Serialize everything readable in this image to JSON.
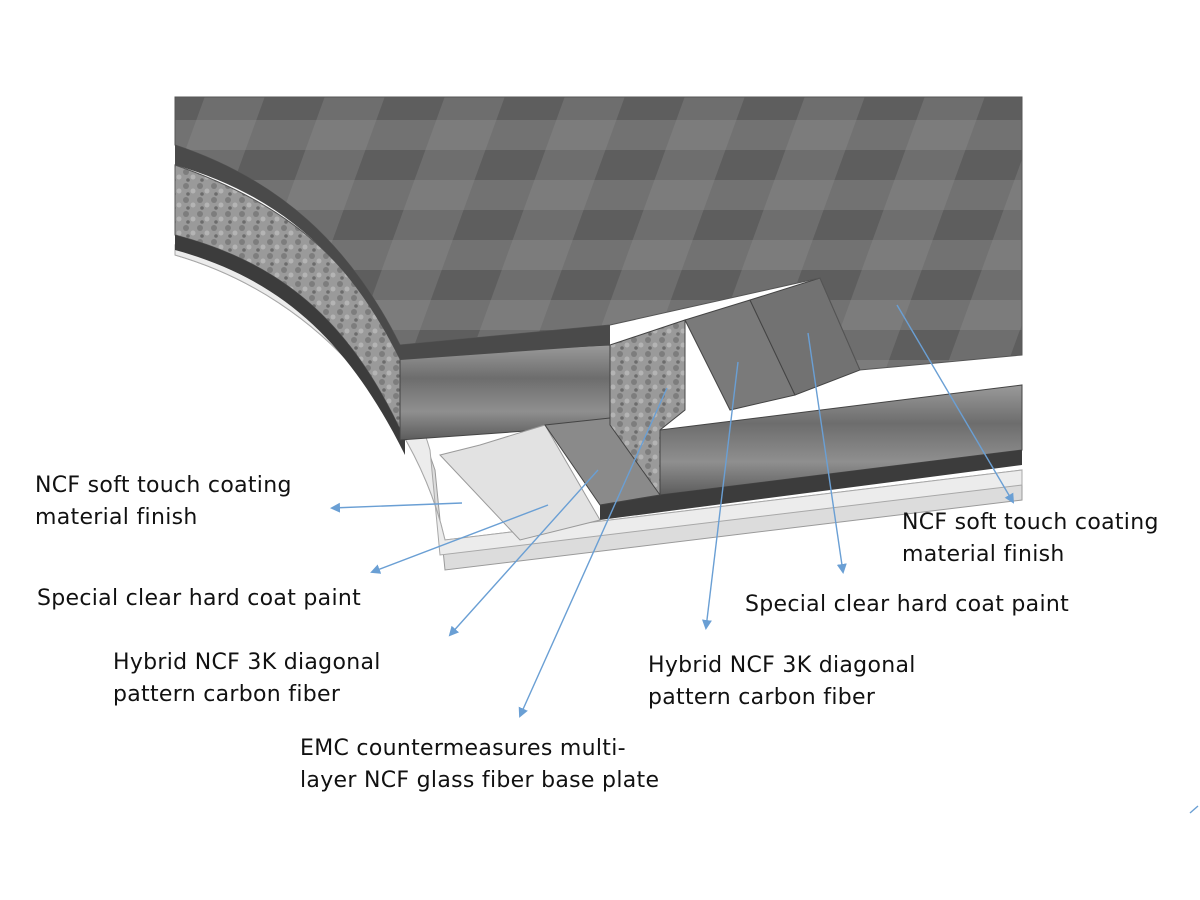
{
  "colors": {
    "arrow": "#6a9fd4",
    "top_surface": "#6e6e6e",
    "carbon_side": "#8a8a8a",
    "foam_side": "#9b9b9b",
    "dark_band": "#3c3c3c",
    "clear_coat": "#e6e6e6",
    "base_plate": "#d0d0d0"
  },
  "labels": {
    "left_soft_touch": [
      "NCF soft touch coating",
      "material finish"
    ],
    "left_clear_coat": [
      "Special clear hard coat paint"
    ],
    "left_hybrid": [
      "Hybrid NCF 3K diagonal",
      "pattern carbon fiber"
    ],
    "emc": [
      "EMC countermeasures multi-",
      "layer NCF glass fiber base plate"
    ],
    "right_hybrid": [
      "Hybrid NCF 3K diagonal",
      "pattern carbon fiber"
    ],
    "right_clear_coat": [
      "Special clear hard coat paint"
    ],
    "right_soft_touch": [
      "NCF soft touch coating",
      "material finish"
    ]
  }
}
